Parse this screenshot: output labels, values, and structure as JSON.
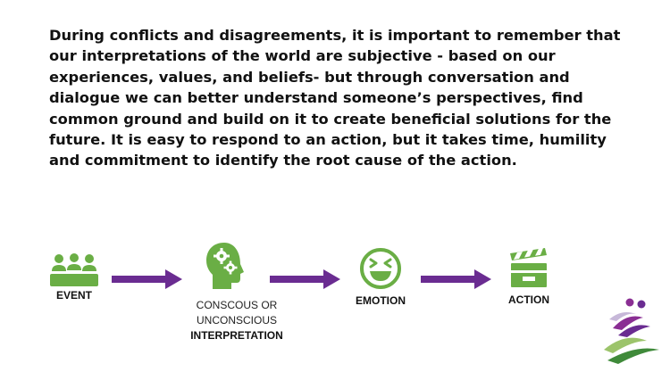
{
  "paragraph": "During conflicts and disagreements, it is important to remember that our interpretations of the world are subjective - based on our experiences, values, and beliefs- but through conversation and dialogue we can better understand someone’s perspectives, find common ground and build on it to create beneficial solutions for the future. It is easy to respond to an action, but it takes time, humility and commitment to identify the root cause of the action.",
  "flow": {
    "event": {
      "label": "EVENT",
      "icon": "group-people-icon"
    },
    "interpretation": {
      "line1": "CONSCOUS OR",
      "line2": "UNCONSCIOUS",
      "line3": "INTERPRETATION",
      "icon": "head-gears-icon"
    },
    "emotion": {
      "label": "EMOTION",
      "icon": "laughing-face-icon"
    },
    "action": {
      "label": "ACTION",
      "icon": "clapperboard-icon"
    }
  },
  "logo": {
    "icon": "purple-green-swoosh-logo"
  },
  "colors": {
    "icon_green": "#6aae45",
    "arrow_purple": "#6a2c91",
    "text": "#111111"
  }
}
